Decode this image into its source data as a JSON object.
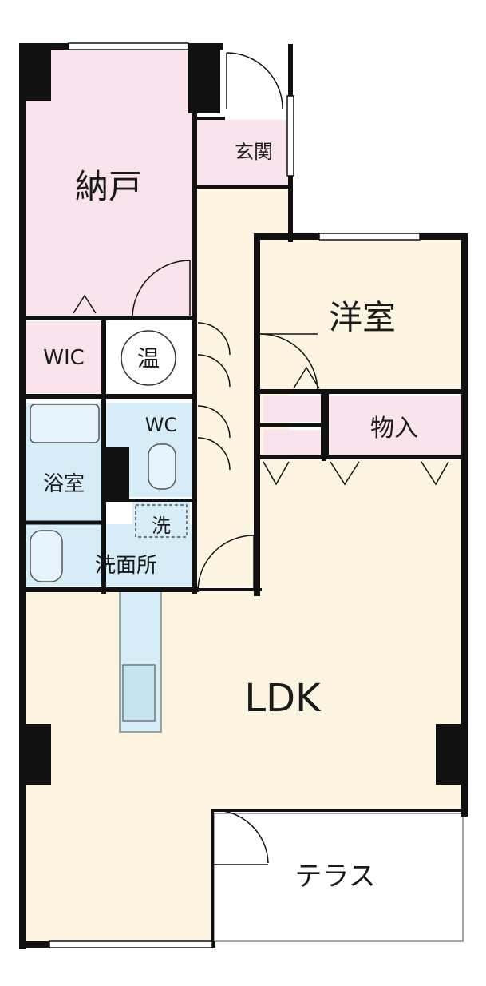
{
  "rooms": {
    "storage": "納戸",
    "entrance": "玄関",
    "western_room": "洋室",
    "wic": "WIC",
    "water_heater": "温",
    "wc": "WC",
    "closet": "物入",
    "bathroom": "浴室",
    "washer": "洗",
    "washroom": "洗面所",
    "ldk": "LDK",
    "terrace": "テラス"
  },
  "colors": {
    "wall": "#111111",
    "storage_fill": "#f9e3ec",
    "closet_fill": "#f9e3ec",
    "living_fill": "#fdf5e1",
    "wet_area_fill": "#d6ecf6",
    "terrace_fill": "#ffffff"
  }
}
